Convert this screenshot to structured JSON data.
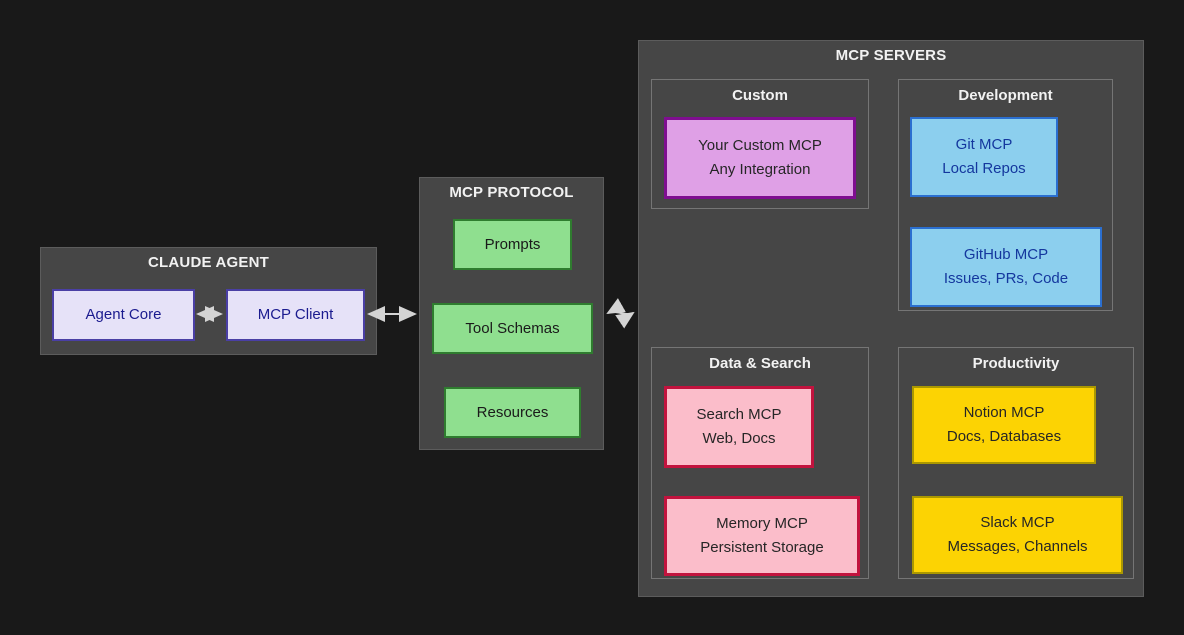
{
  "diagram_title": "",
  "colors": {
    "background": "#191919",
    "group_fill": "#464646",
    "group_border": "#5c5c5c",
    "panel_border": "#757575",
    "title_text": "#f2f2f2",
    "arrow": "#d4d4d4",
    "lavender_node": {
      "fill": "#e6e2f8",
      "border": "#4a3fa5",
      "text": "#1b1b8f"
    },
    "green_node": {
      "fill": "#8fdf8f",
      "border": "#2f7d2f",
      "text": "#1a1a1a"
    },
    "violet_node": {
      "fill": "#dfa0e6",
      "border": "#7f0e90",
      "text": "#262626"
    },
    "blue_node": {
      "fill": "#8ccfee",
      "border": "#2b6fd0",
      "text": "#14379e"
    },
    "pink_node": {
      "fill": "#fbbdca",
      "border": "#c2133e",
      "text": "#262626"
    },
    "yellow_node": {
      "fill": "#fcd303",
      "border": "#ab9800",
      "text": "#262626"
    }
  },
  "groups": {
    "claude_agent": {
      "title": "CLAUDE AGENT",
      "nodes": {
        "agent_core": {
          "label": "Agent Core"
        },
        "mcp_client": {
          "label": "MCP Client"
        }
      }
    },
    "mcp_protocol": {
      "title": "MCP PROTOCOL",
      "nodes": {
        "prompts": {
          "label": "Prompts"
        },
        "tool_schemas": {
          "label": "Tool Schemas"
        },
        "resources": {
          "label": "Resources"
        }
      }
    },
    "mcp_servers": {
      "title": "MCP SERVERS",
      "panels": {
        "custom": {
          "title": "Custom",
          "nodes": {
            "your_custom": {
              "line1": "Your Custom MCP",
              "line2": "Any Integration"
            }
          }
        },
        "development": {
          "title": "Development",
          "nodes": {
            "git": {
              "line1": "Git MCP",
              "line2": "Local Repos"
            },
            "github": {
              "line1": "GitHub MCP",
              "line2": "Issues, PRs, Code"
            }
          }
        },
        "data_search": {
          "title": "Data & Search",
          "nodes": {
            "search": {
              "line1": "Search MCP",
              "line2": "Web, Docs"
            },
            "memory": {
              "line1": "Memory MCP",
              "line2": "Persistent Storage"
            }
          }
        },
        "productivity": {
          "title": "Productivity",
          "nodes": {
            "notion": {
              "line1": "Notion MCP",
              "line2": "Docs, Databases"
            },
            "slack": {
              "line1": "Slack MCP",
              "line2": "Messages, Channels"
            }
          }
        }
      }
    }
  },
  "connections": [
    {
      "from": "Agent Core",
      "to": "MCP Client",
      "bidirectional": true
    },
    {
      "from": "MCP Client",
      "to": "MCP PROTOCOL",
      "bidirectional": true
    },
    {
      "from": "MCP PROTOCOL",
      "to": "MCP SERVERS",
      "bidirectional": true
    }
  ]
}
